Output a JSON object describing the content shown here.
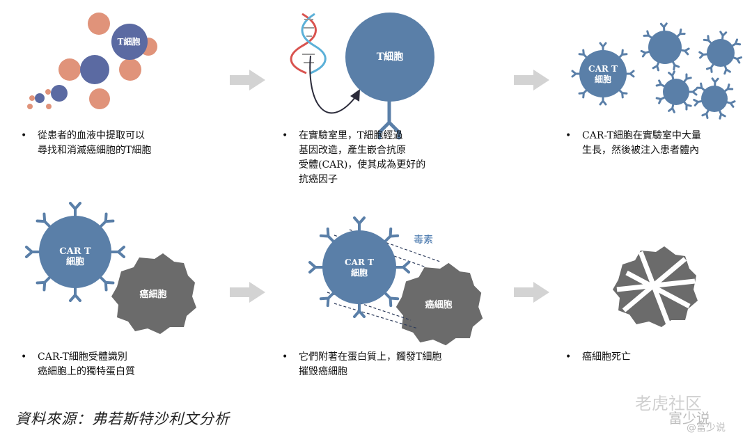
{
  "cells": {
    "t_cell_label": "T細胞",
    "t_cell_label_2": "T細胞",
    "car_t_label_line1": "CAR T",
    "car_t_label_line2": "細胞",
    "car_t_big_line1": "CAR T",
    "car_t_big_line2": "細胞",
    "cancer_cell_label": "癌細胞",
    "car_t_attack_line1": "CAR T",
    "car_t_attack_line2": "細胞",
    "cancer_cell_attack_label": "癌細胞",
    "toxin_label": "毒素"
  },
  "captions": {
    "step1": [
      "從患者的血液中提取可以",
      "尋找和消滅癌細胞的T細胞"
    ],
    "step2": [
      "在實驗室里，T細胞經過",
      "基因改造，產生嵌合抗原",
      "受體(CAR)，使其成為更好的",
      "抗癌因子"
    ],
    "step3": [
      "CAR-T細胞在實驗室中大量",
      "生長，然後被注入患者體內"
    ],
    "step4": [
      "CAR-T細胞受體識別",
      "癌細胞上的獨特蛋白質"
    ],
    "step5": [
      "它們附著在蛋白質上，觸發T細胞",
      "摧毀癌細胞"
    ],
    "step6": [
      "癌細胞死亡"
    ],
    "bullet": "•"
  },
  "source": "資料來源：弗若斯特沙利文分析",
  "watermark": {
    "line1": "老虎社区",
    "line2": "富少说",
    "line3": "@富少说"
  },
  "colors": {
    "tcell_blue": "#5a7fa8",
    "orange": "#e0937a",
    "dark_blue": "#5b6aa2",
    "cancer_grey": "#6b6b6b",
    "arrow_grey": "#d3d3d3",
    "toxin_text": "#3d6fa8"
  }
}
